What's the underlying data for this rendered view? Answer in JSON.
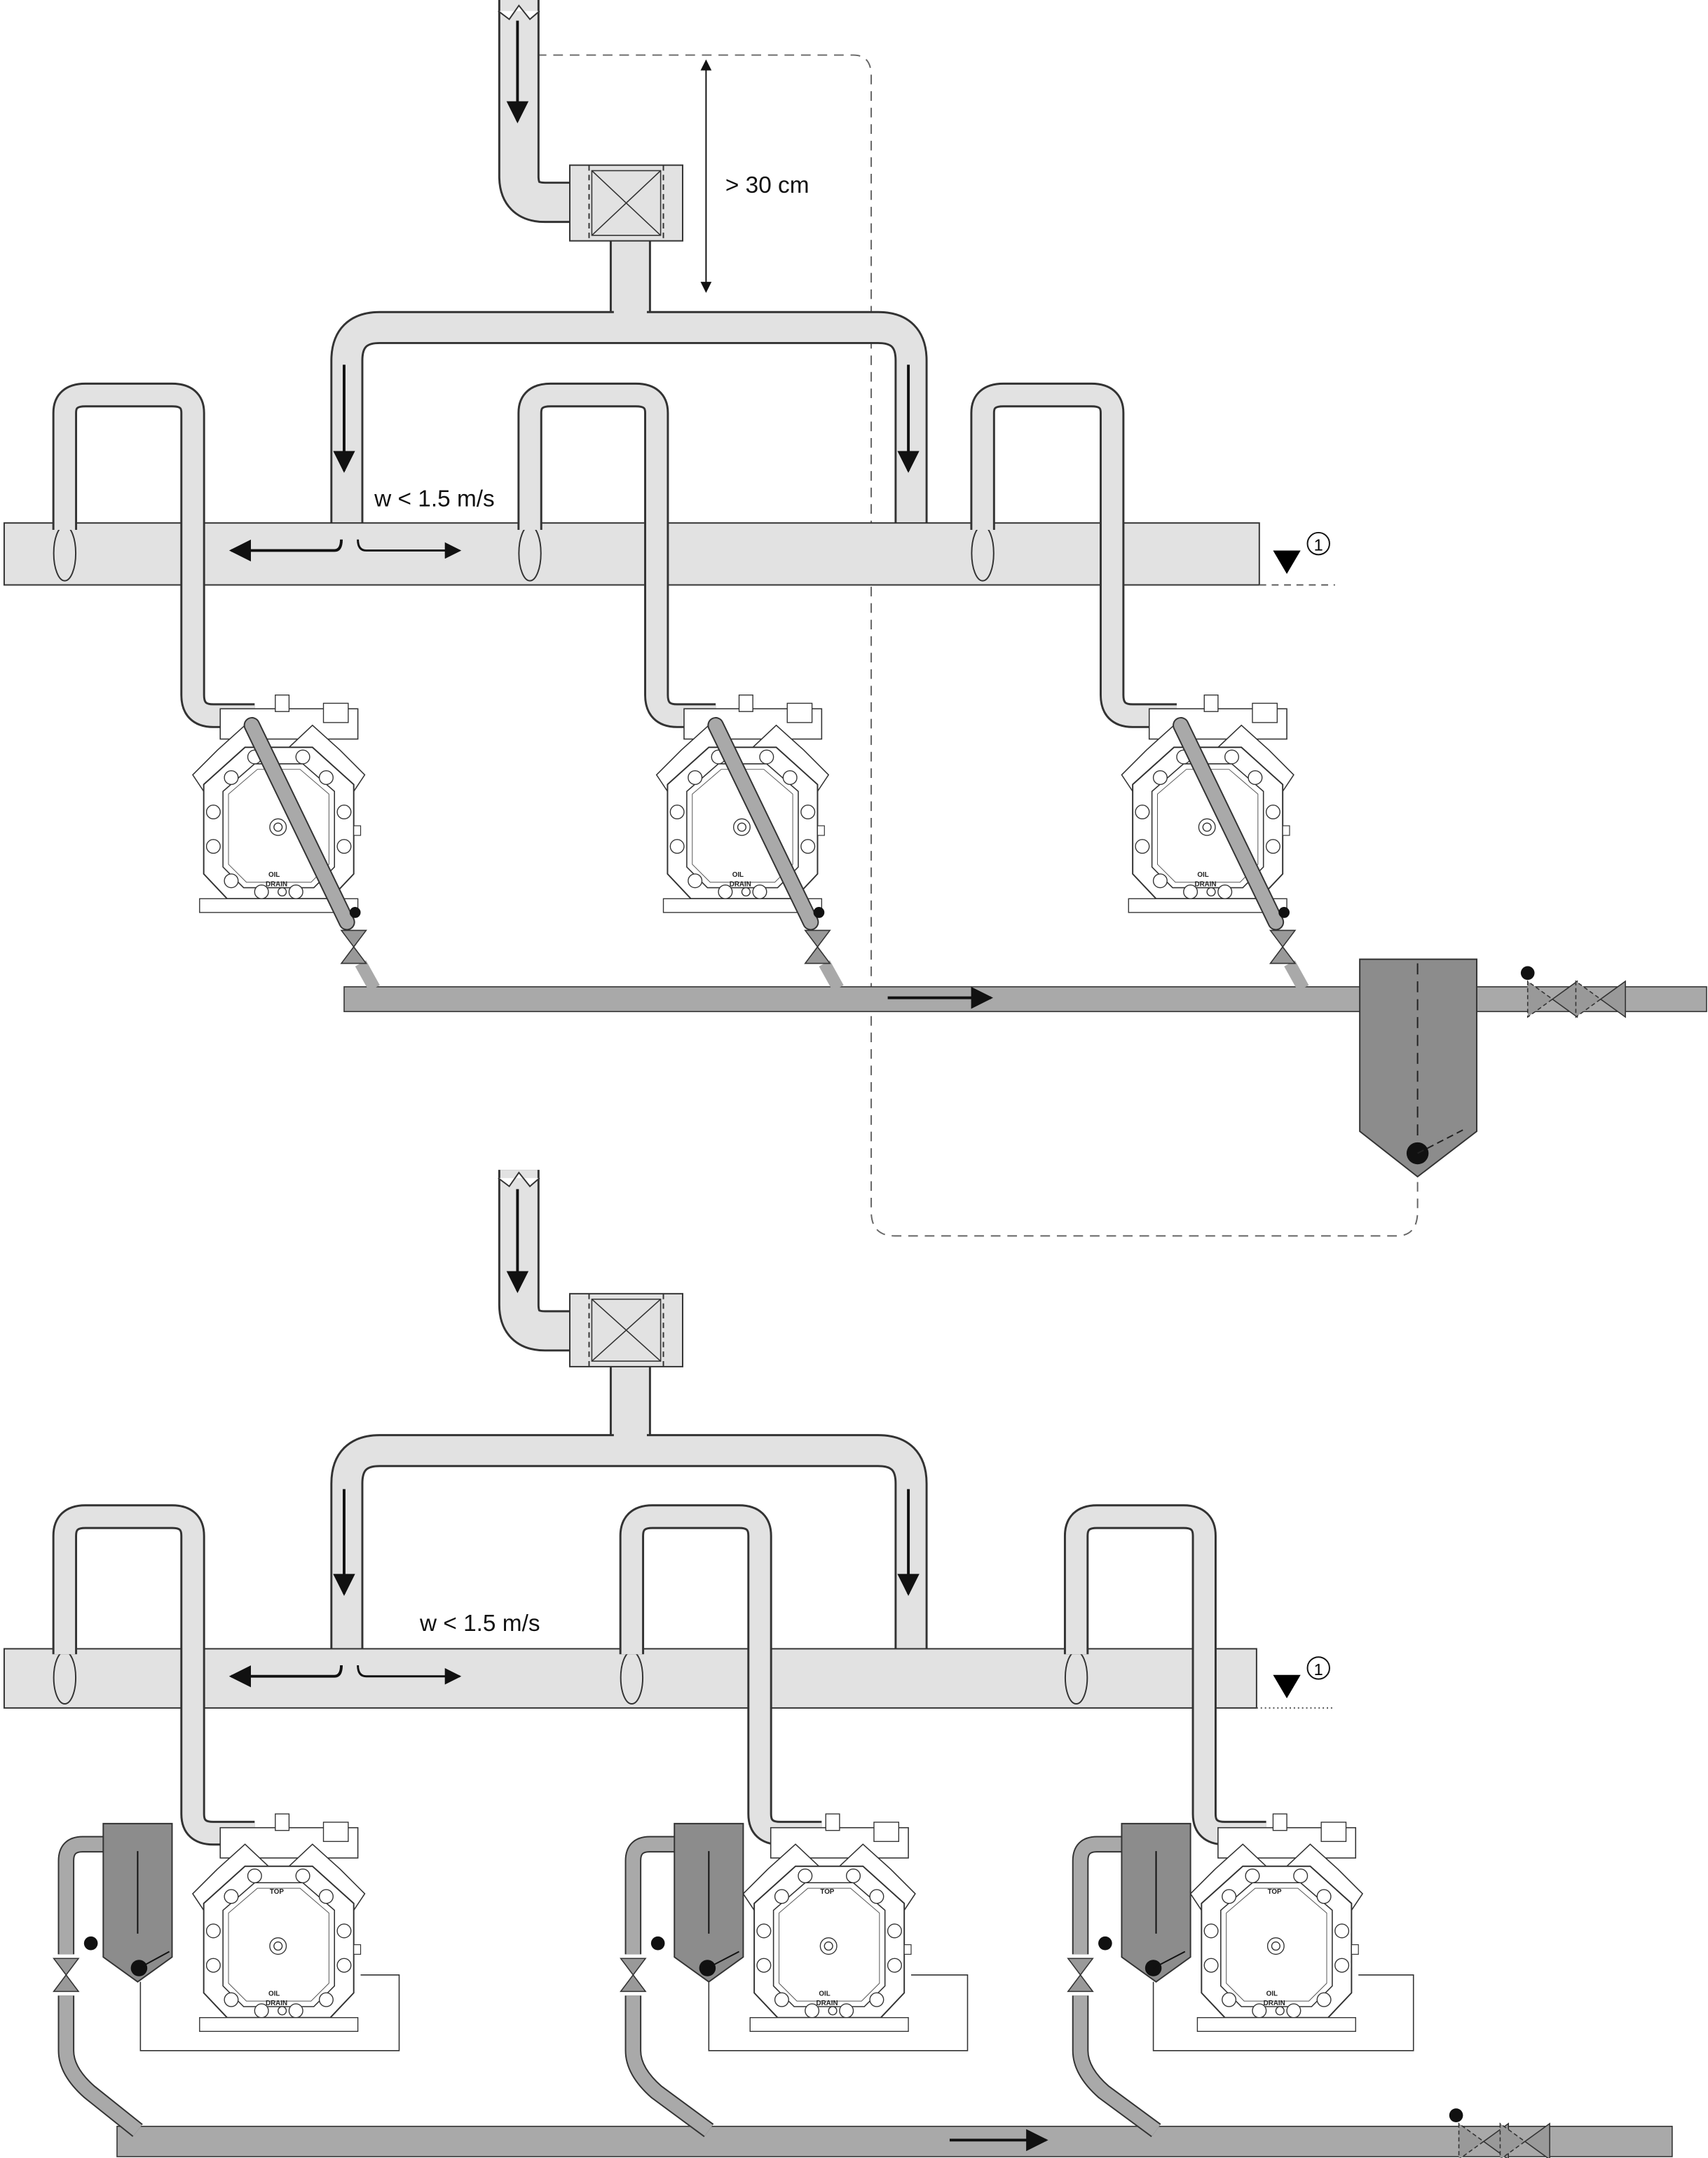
{
  "labels": {
    "height_min": "> 30 cm",
    "velocity_top": "w < 1.5 m/s",
    "velocity_bottom": "w < 1.5 m/s",
    "level_marker_top": "1",
    "level_marker_bottom": "1"
  },
  "compressor_labels": {
    "oil": "OIL",
    "drain": "DRAIN",
    "top": "TOP"
  },
  "colors": {
    "suction_pipe": "#e2e2e2",
    "oil_line": "#a9a9a9",
    "separator": "#8c8c8c",
    "outline": "#333333"
  }
}
